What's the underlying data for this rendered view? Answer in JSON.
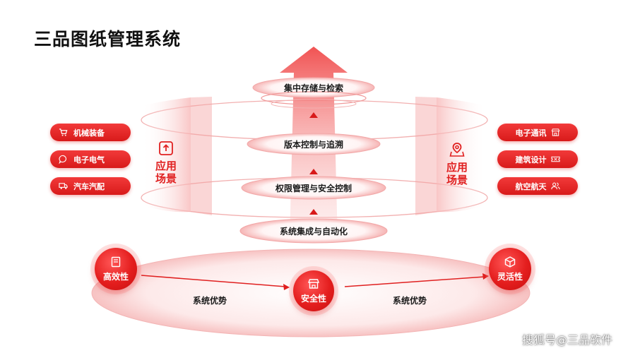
{
  "title": "三品图纸管理系统",
  "layers": [
    "集中存储与检索",
    "版本控制与追溯",
    "权限管理与安全控制",
    "系统集成与自动化"
  ],
  "left_scene": {
    "label_line1": "应用",
    "label_line2": "场景",
    "items": [
      "机械装备",
      "电子电气",
      "汽车汽配"
    ]
  },
  "right_scene": {
    "label_line1": "应用",
    "label_line2": "场景",
    "items": [
      "电子通讯",
      "建筑设计",
      "航空航天"
    ]
  },
  "advantages": {
    "nodes": [
      "高效性",
      "安全性",
      "灵活性"
    ],
    "arrow_labels": [
      "系统优势",
      "系统优势"
    ]
  },
  "watermark": "搜狐号@三品软件",
  "colors": {
    "accent": "#e02020",
    "accent_dark": "#c81010",
    "soft": "#fde3e3"
  }
}
